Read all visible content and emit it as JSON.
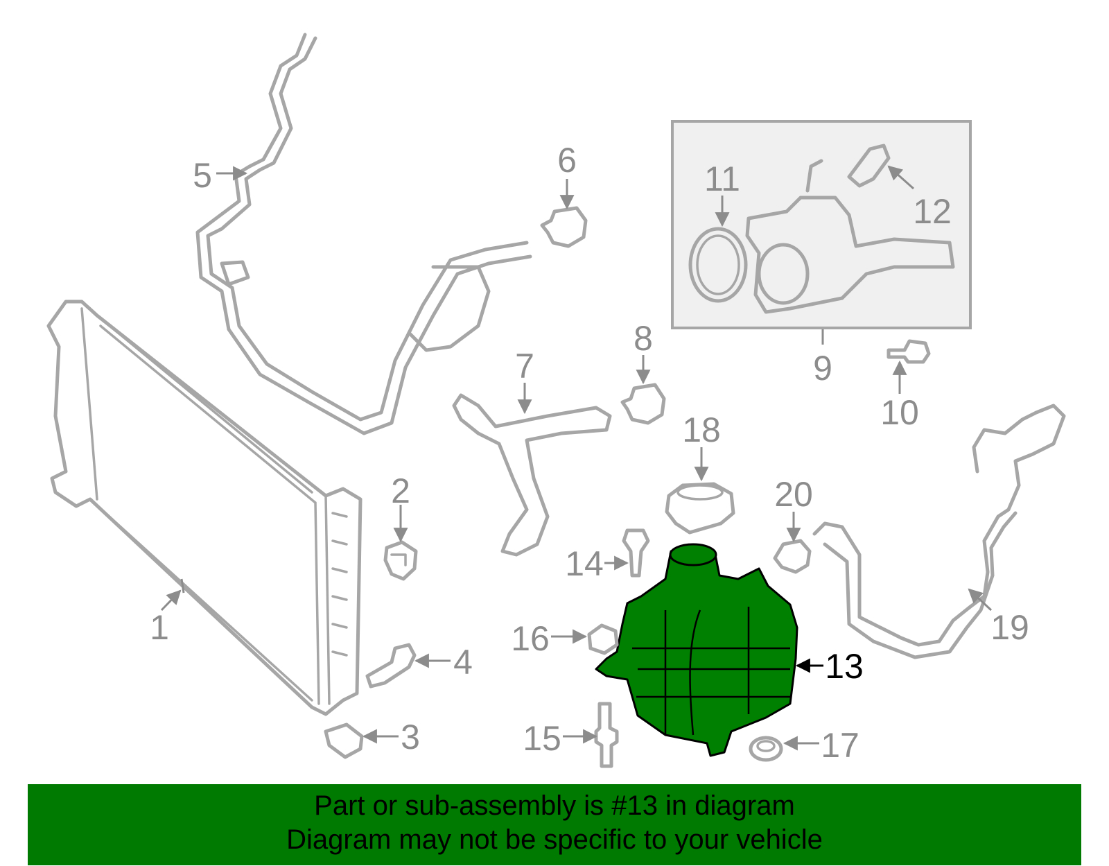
{
  "diagram": {
    "labels": [
      "1",
      "2",
      "3",
      "4",
      "5",
      "6",
      "7",
      "8",
      "9",
      "10",
      "11",
      "12",
      "13",
      "14",
      "15",
      "16",
      "17",
      "18",
      "19",
      "20"
    ],
    "highlighted_part": "13",
    "highlight_color": "#008000",
    "part_color": "#a6a6a6"
  },
  "banner": {
    "line1": "Part or sub-assembly is #13 in diagram",
    "line2": "Diagram may not be specific to your vehicle",
    "background": "#007a00"
  }
}
